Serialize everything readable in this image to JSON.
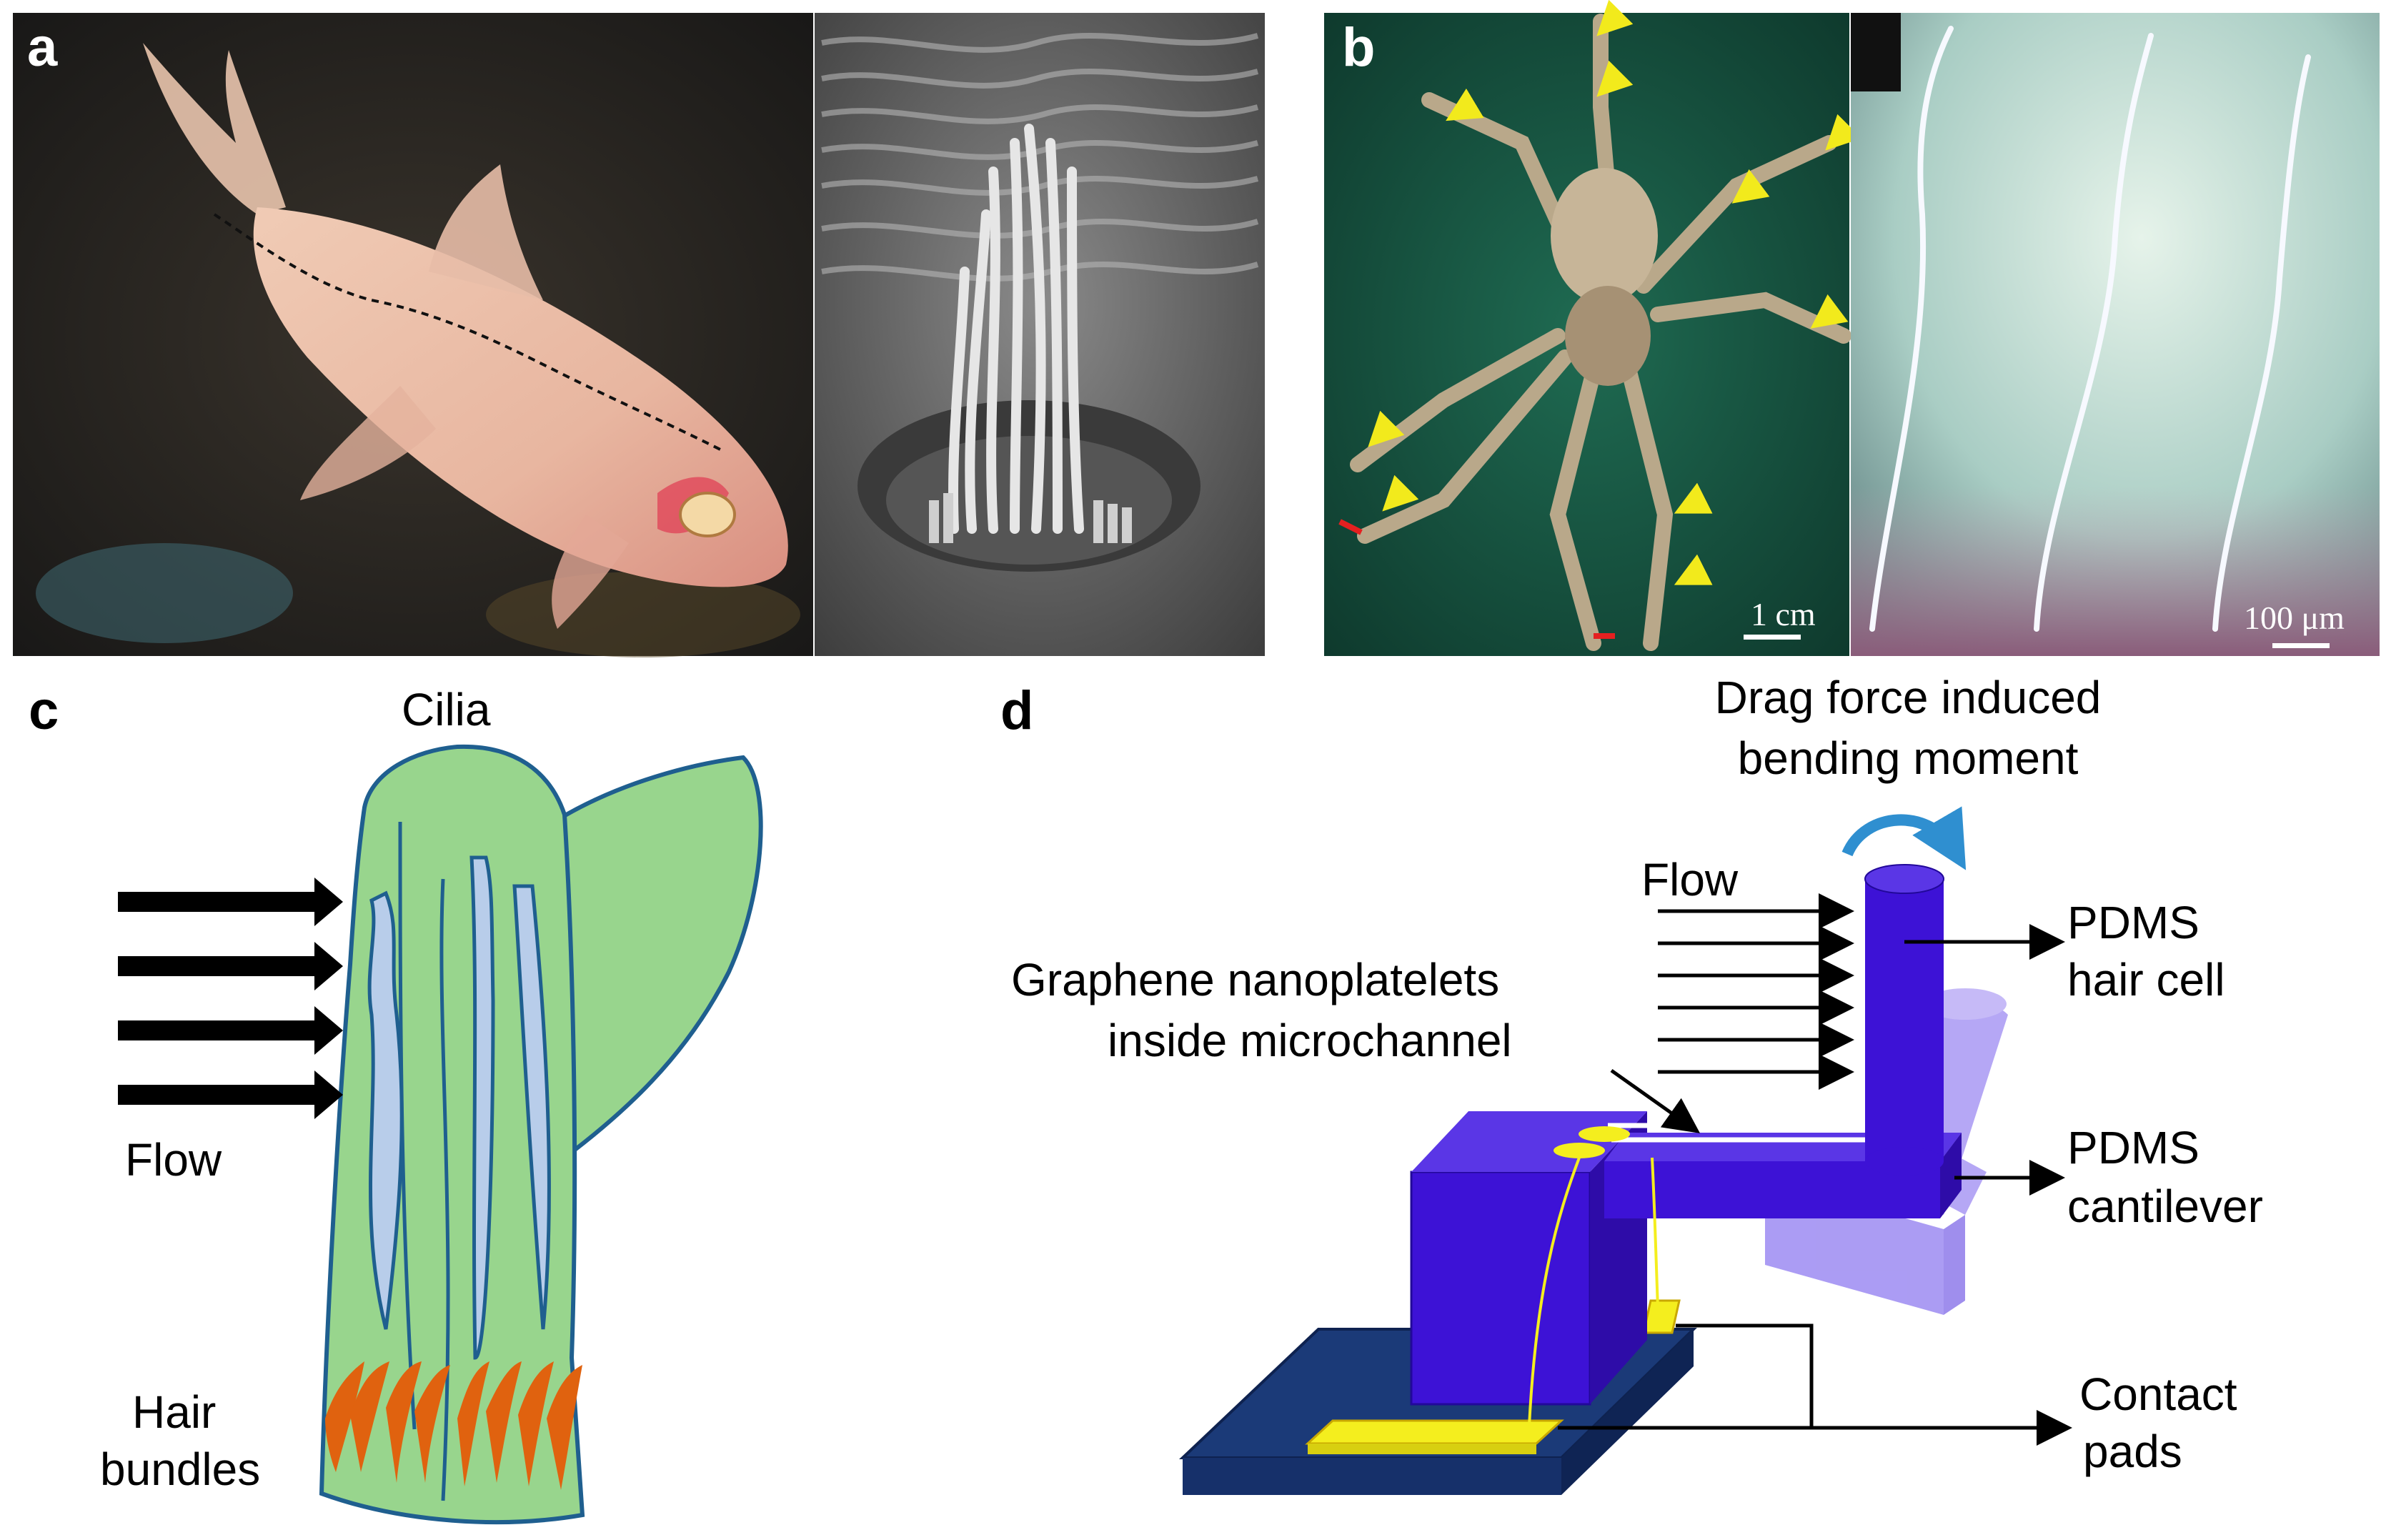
{
  "panels": {
    "a": {
      "letter": "a"
    },
    "b": {
      "letter": "b",
      "scale_left": "1 cm",
      "scale_right": "100 μm"
    },
    "c": {
      "letter": "c",
      "cilia": "Cilia",
      "flow": "Flow",
      "hair_line1": "Hair",
      "hair_line2": "bundles"
    },
    "d": {
      "letter": "d",
      "drag_line1": "Drag force induced",
      "drag_line2": "bending moment",
      "flow": "Flow",
      "graphene_line1": "Graphene nanoplatelets",
      "graphene_line2": "inside microchannel",
      "hair_line1": "PDMS",
      "hair_line2": "hair cell",
      "cant_line1": "PDMS",
      "cant_line2": "cantilever",
      "contact_line1": "Contact",
      "contact_line2": "pads"
    }
  },
  "colors": {
    "cilia_green": "#98d58d",
    "cilia_outline": "#1f5f8f",
    "inner_blue": "#b8cdea",
    "hair_orange": "#e0620f",
    "pdms_blue": "#3d12d6",
    "pdms_translucent": "#8f7bf0",
    "substrate_navy": "#1b3a78",
    "pad_yellow": "#f4ee1e",
    "bend_arrow": "#2f8fd0"
  }
}
